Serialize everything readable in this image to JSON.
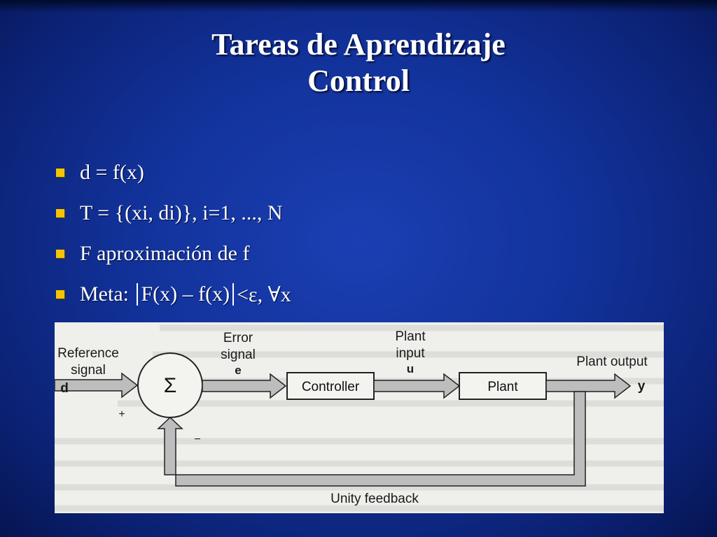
{
  "slide": {
    "title_line1": "Tareas de Aprendizaje",
    "title_line2": "Control",
    "bullets": {
      "b1": "d = f(x)",
      "b2": "T = {(xi, di)}, i=1, ..., N",
      "b3": "F aproximación de f",
      "b4_prefix": "Meta: ",
      "b4_expr": "F(x) – f(x)",
      "b4_suffix": "<ε, ∀x"
    },
    "bullet_color": "#f7c400"
  },
  "diagram": {
    "reference_signal_line1": "Reference",
    "reference_signal_line2": "signal",
    "reference_symbol": "d",
    "summer_symbol": "Σ",
    "plus_sign": "+",
    "minus_sign": "−",
    "error_signal_line1": "Error",
    "error_signal_line2": "signal",
    "error_symbol": "e",
    "plant_input_line1": "Plant",
    "plant_input_line2": "input",
    "plant_input_symbol": "u",
    "controller_label": "Controller",
    "plant_label": "Plant",
    "plant_output_label": "Plant output",
    "output_symbol": "y",
    "feedback_label": "Unity feedback"
  }
}
